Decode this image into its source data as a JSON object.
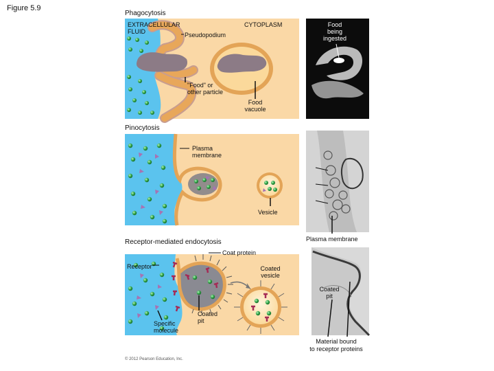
{
  "figure_label": "Figure 5.9",
  "panels": {
    "phagocytosis": {
      "title": "Phagocytosis",
      "extracellular_line1": "EXTRACELLULAR",
      "extracellular_line2": "FLUID",
      "cytoplasm": "CYTOPLASM",
      "pseudopodium": "Pseudopodium",
      "food_particle_line1": "\"Food\" or",
      "food_particle_line2": "other particle",
      "food_vacuole_line1": "Food",
      "food_vacuole_line2": "vacuole",
      "food_ingested_line1": "Food",
      "food_ingested_line2": "being",
      "food_ingested_line3": "ingested"
    },
    "pinocytosis": {
      "title": "Pinocytosis",
      "plasma_membrane_line1": "Plasma",
      "plasma_membrane_line2": "membrane",
      "vesicle": "Vesicle"
    },
    "receptor_mediated": {
      "title": "Receptor-mediated endocytosis",
      "coat_protein": "Coat protein",
      "receptor": "Receptor",
      "coated_vesicle_line1": "Coated",
      "coated_vesicle_line2": "vesicle",
      "coated_pit_line1": "Coated",
      "coated_pit_line2": "pit",
      "specific_molecule_line1": "Specific",
      "specific_molecule_line2": "molecule",
      "micro_plasma_membrane": "Plasma membrane",
      "micro_coated_pit_line1": "Coated",
      "micro_coated_pit_line2": "pit",
      "material_bound_line1": "Material bound",
      "material_bound_line2": "to receptor proteins"
    }
  },
  "copyright": "© 2012 Pearson Education, Inc.",
  "colors": {
    "fluid": "#5bc3ee",
    "cytoplasm": "#fad8a6",
    "membrane": "#e8a75a",
    "molecule": "#36a84a",
    "receptor": "#a52a55",
    "food": "#8c7b86"
  }
}
